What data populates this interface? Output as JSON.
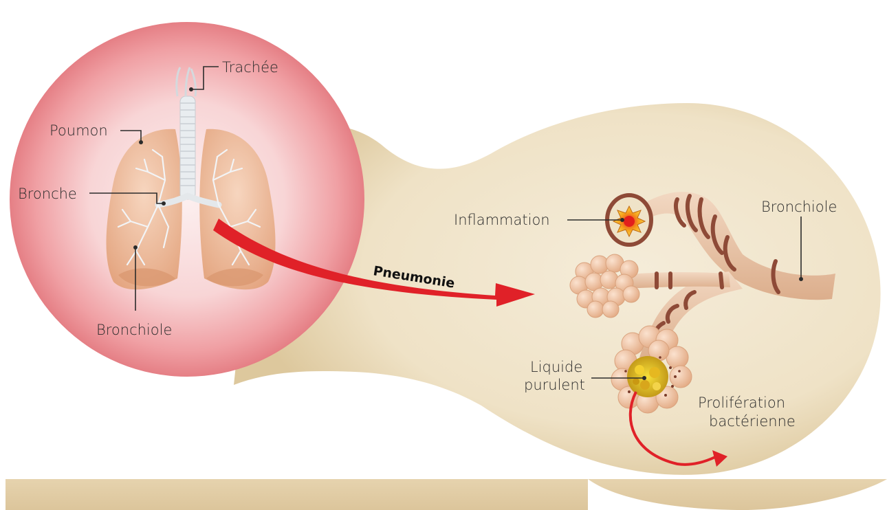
{
  "labels": {
    "trachee": "Trachée",
    "poumon": "Poumon",
    "bronche": "Bronche",
    "bronchiole_left": "Bronchiole",
    "pneumonie": "Pneumonie",
    "inflammation": "Inflammation",
    "bronchiole_right": "Bronchiole",
    "liquide_line1": "Liquide",
    "liquide_line2": "purulent",
    "proliferation_line1": "Prolifération",
    "proliferation_line2": "bactérienne"
  },
  "colors": {
    "circle_outer": "#ec8a90",
    "circle_inner": "#fbe9e9",
    "cream_bg": "#efe3c8",
    "cream_edge": "#d9c59c",
    "lung": "#eab48f",
    "airway": "#e8c3a6",
    "airway_band": "#8e4a37",
    "arrow": "#e02128",
    "floor": "#e3cfa9"
  },
  "icons": [
    "lungs-illustration",
    "trachea-illustration",
    "alveoli-cluster-illustration",
    "inflammation-icon",
    "pus-fluid-icon",
    "red-arrow-icon"
  ]
}
